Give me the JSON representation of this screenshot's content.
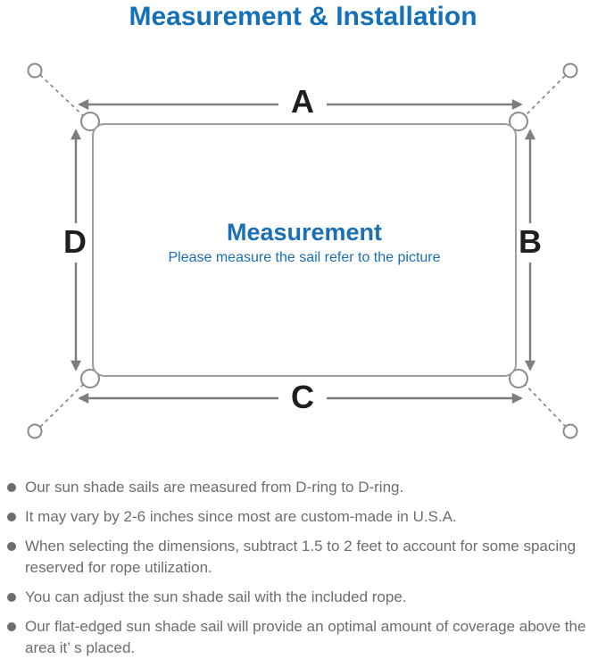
{
  "title": "Measurement & Installation",
  "diagram": {
    "center_title": "Measurement",
    "center_subtitle": "Please measure the sail refer to the picture",
    "labels": {
      "top": "A",
      "right": "B",
      "bottom": "C",
      "left": "D"
    }
  },
  "notes": [
    "Our sun shade sails are measured from D-ring to D-ring.",
    "It may vary by 2-6 inches since most are custom-made in U.S.A.",
    "When selecting the dimensions, subtract 1.5 to 2 feet to account for some spacing reserved for rope utilization.",
    "You can adjust the sun shade sail with the included rope.",
    "Our flat-edged sun shade sail will provide an optimal amount of coverage above the area it’ s placed."
  ],
  "colors": {
    "title_blue": "#1470B8",
    "center_blue": "#1B6FB5",
    "diagram_gray": "#8A8A8A",
    "arrow_gray": "#7D7D7D",
    "text_gray": "#6D6D6D",
    "label_black": "#1F1F1F"
  }
}
